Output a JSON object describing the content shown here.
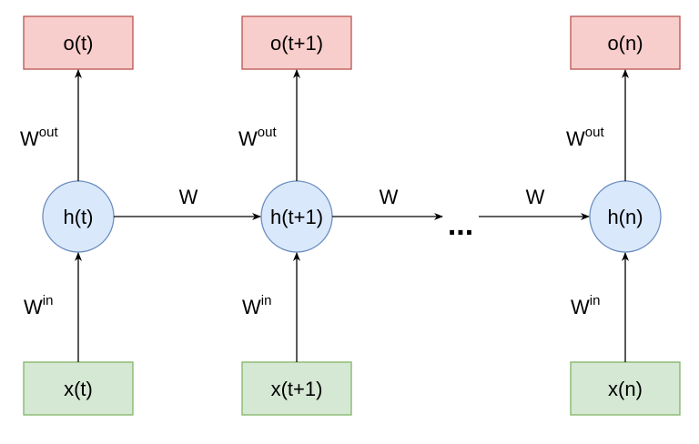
{
  "columns": [
    {
      "output": "o(t)",
      "hidden": "h(t)",
      "input": "x(t)",
      "w_out": {
        "base": "W",
        "sup": "out"
      },
      "w_in": {
        "base": "W",
        "sup": "in"
      }
    },
    {
      "output": "o(t+1)",
      "hidden": "h(t+1)",
      "input": "x(t+1)",
      "w_out": {
        "base": "W",
        "sup": "out"
      },
      "w_in": {
        "base": "W",
        "sup": "in"
      }
    },
    {
      "output": "o(n)",
      "hidden": "h(n)",
      "input": "x(n)",
      "w_out": {
        "base": "W",
        "sup": "out"
      },
      "w_in": {
        "base": "W",
        "sup": "in"
      }
    }
  ],
  "recurrent_labels": [
    "W",
    "W",
    "W"
  ],
  "ellipsis": "...",
  "colors": {
    "output_fill": "#f8cecc",
    "output_stroke": "#b85450",
    "hidden_fill": "#dae8fc",
    "hidden_stroke": "#6c8ebf",
    "input_fill": "#d5e8d4",
    "input_stroke": "#82b366",
    "arrow": "#000000"
  }
}
